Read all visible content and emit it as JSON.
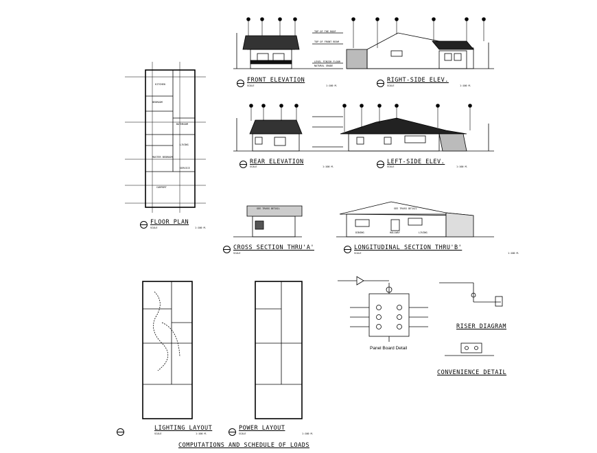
{
  "drawings": {
    "front_elevation": {
      "title": "FRONT ELEVATION",
      "scale": "SCALE",
      "ratio": "1:100 M."
    },
    "right_side": {
      "title": "RIGHT-SIDE ELEV.",
      "scale": "SCALE",
      "ratio": "1:100 M."
    },
    "rear_elevation": {
      "title": "REAR ELEVATION",
      "scale": "SCALE",
      "ratio": "1:100 M."
    },
    "left_side": {
      "title": "LEFT-SIDE ELEV.",
      "scale": "SCALE",
      "ratio": "1:100 M."
    },
    "floor_plan": {
      "title": "FLOOR PLAN",
      "scale": "SCALE",
      "ratio": "1:100 M."
    },
    "cross_section": {
      "title": "CROSS SECTION THRU'A'",
      "scale": "SCALE",
      "note": "SEE TRUSS DETAIL"
    },
    "longitudinal_section": {
      "title": "LONGITUDINAL SECTION THRU'B'",
      "scale": "SCALE",
      "ratio": "1:100 M.",
      "note": "SEE TRUSS DETAIL",
      "rooms": [
        "DINING",
        "HALLWAY",
        "LIVING"
      ]
    },
    "lighting_layout": {
      "title": "LIGHTING LAYOUT",
      "scale": "SCALE",
      "ratio": "1:100 M."
    },
    "power_layout": {
      "title": "POWER LAYOUT",
      "scale": "SCALE",
      "ratio": "1:100 M."
    },
    "riser_diagram": {
      "title": "RISER DIAGRAM"
    },
    "convenience_detail": {
      "title": "CONVENIENCE DETAIL"
    },
    "panel_board": {
      "caption": "Panel Board Detail"
    },
    "computations": {
      "title": "COMPUTATIONS AND SCHEDULE OF LOADS"
    }
  },
  "floor_plan_rooms": [
    "KITCHEN",
    "BEDROOM",
    "BATHROOM",
    "LIVING",
    "MASTER BEDROOM",
    "SERVICE",
    "CARPORT"
  ],
  "elevation_notes": [
    "TOP OF THE ROOF",
    "TOP OF FRONT BEAM",
    "LEVEL FINISH FLOOR",
    "NATURAL GRADE"
  ]
}
